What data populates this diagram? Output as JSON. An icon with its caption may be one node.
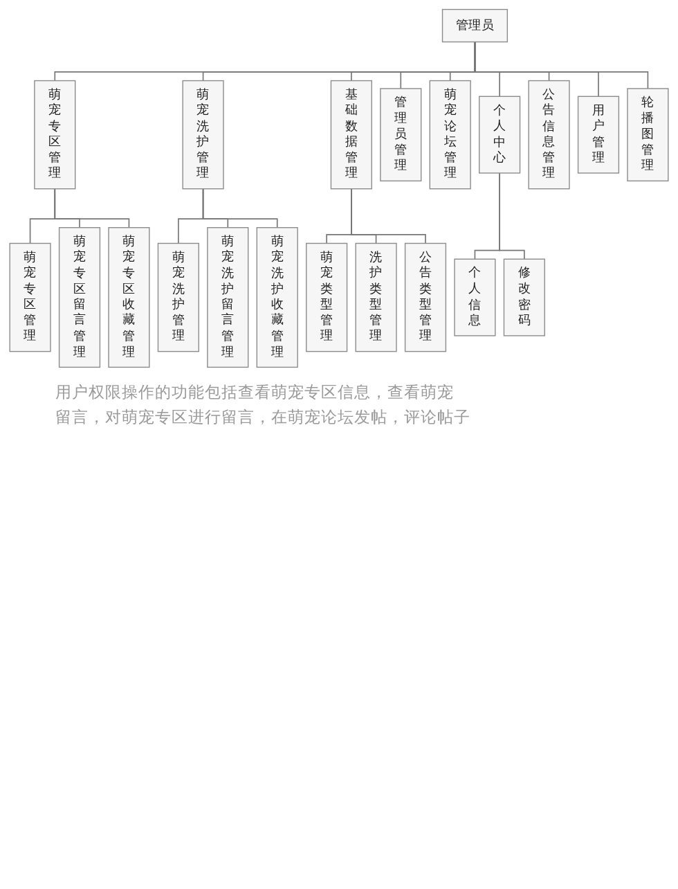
{
  "diagram": {
    "nodes": [
      {
        "text": [
          "管理员"
        ]
      },
      {
        "text": [
          "萌宠专区管理"
        ]
      },
      {
        "text": [
          "萌宠洗护管理"
        ]
      },
      {
        "text": [
          "基础数据管理"
        ]
      },
      {
        "text": [
          "管理员管理"
        ]
      },
      {
        "text": [
          "萌宠论坛管理"
        ]
      },
      {
        "text": [
          "个人中心"
        ]
      },
      {
        "text": [
          "公告信息管理"
        ]
      },
      {
        "text": [
          "用户管理"
        ]
      },
      {
        "text": [
          "轮播图管理"
        ]
      },
      {
        "text": [
          "萌宠专区管理"
        ]
      },
      {
        "text": [
          "萌宠专区留言管理"
        ]
      },
      {
        "text": [
          "萌宠专区收藏管理"
        ]
      },
      {
        "text": [
          "萌宠洗护管理"
        ]
      },
      {
        "text": [
          "萌宠洗护留言管理"
        ]
      },
      {
        "text": [
          "萌宠洗护收藏管理"
        ]
      },
      {
        "text": [
          "萌宠类型管理"
        ]
      },
      {
        "text": [
          "洗护类型管理"
        ]
      },
      {
        "text": [
          "公告类型管理"
        ]
      },
      {
        "text": [
          "个人信息"
        ]
      },
      {
        "text": [
          "修改密码"
        ]
      }
    ],
    "edges": [
      {
        "from": 0,
        "to": 1,
        "arrow": "none"
      },
      {
        "from": 0,
        "to": 2,
        "arrow": "none"
      },
      {
        "from": 0,
        "to": 3,
        "arrow": "none"
      },
      {
        "from": 0,
        "to": 4,
        "arrow": "none"
      },
      {
        "from": 0,
        "to": 5,
        "arrow": "none"
      },
      {
        "from": 0,
        "to": 6,
        "arrow": "none"
      },
      {
        "from": 0,
        "to": 7,
        "arrow": "none"
      },
      {
        "from": 0,
        "to": 8,
        "arrow": "none"
      },
      {
        "from": 0,
        "to": 9,
        "arrow": "none"
      },
      {
        "from": 1,
        "to": 10,
        "arrow": "none"
      },
      {
        "from": 1,
        "to": 11,
        "arrow": "none"
      },
      {
        "from": 1,
        "to": 12,
        "arrow": "none"
      },
      {
        "from": 2,
        "to": 13,
        "arrow": "none"
      },
      {
        "from": 2,
        "to": 14,
        "arrow": "none"
      },
      {
        "from": 2,
        "to": 15,
        "arrow": "none"
      },
      {
        "from": 3,
        "to": 16,
        "arrow": "none"
      },
      {
        "from": 3,
        "to": 17,
        "arrow": "none"
      },
      {
        "from": 3,
        "to": 18,
        "arrow": "none"
      },
      {
        "from": 6,
        "to": 19,
        "arrow": "none"
      },
      {
        "from": 6,
        "to": 20,
        "arrow": "none"
      }
    ],
    "labels": [
      "用户权限操作的功能包括查看萌宠专区信息，查看萌宠",
      "留言，对萌宠专区进行留言，在萌宠论坛发帖，评论帖子"
    ]
  }
}
